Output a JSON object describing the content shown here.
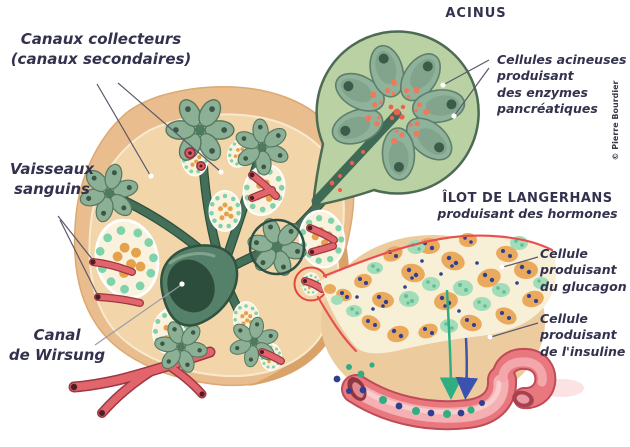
{
  "figure": {
    "type": "anatomical-diagram",
    "subject": "Pancreas: exocrine acini and islet of Langerhans"
  },
  "labels": {
    "collecting_ducts": "Canaux collecteurs\n(canaux secondaires)",
    "blood_vessels": "Vaisseaux\nsanguins",
    "wirsung_duct": "Canal\nde Wirsung",
    "acinus_title": "ACINUS",
    "acinar_cells": "Cellules acineuses\nproduisant\ndes enzymes\npancréatiques",
    "islet_title": "ÎLOT DE LANGERHANS",
    "islet_subtitle": "produisant des hormones",
    "glucagon_cell": "Cellule\nproduisant\ndu glucagon",
    "insulin_cell": "Cellule\nproduisant\nde l'insuline",
    "credit": "© Pierre Bourdier"
  },
  "colors": {
    "ink": "#32324e",
    "pancreas_tan": "#e9bd8d",
    "pancreas_cut_face": "#f2d6aa",
    "duct_green": "#44705a",
    "acinus_inset_bg": "#bad1a4",
    "islet_cream": "#f8efd7",
    "vessel_red": "#e2656b",
    "alpha_cell_orange": "#eaaa5e",
    "beta_cell_green": "#a3dcb8",
    "hormone_blue": "#2e3e92",
    "hormone_green": "#2fae82",
    "highlight_red": "#e8433f"
  }
}
